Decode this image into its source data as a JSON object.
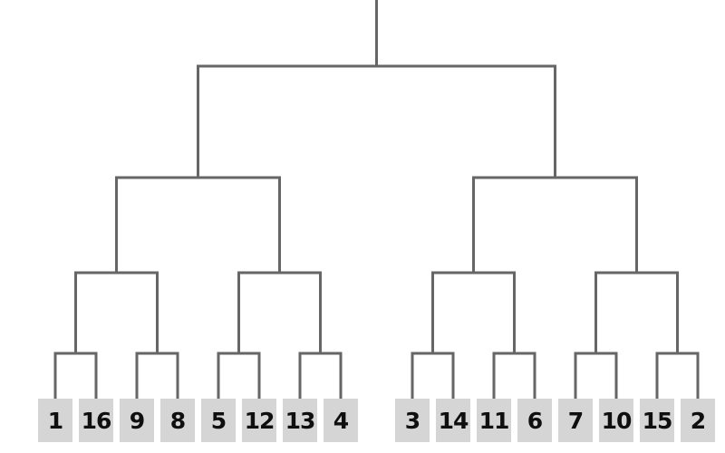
{
  "bracket": {
    "type": "single-elimination-tournament-bracket",
    "team_count": 16,
    "rounds_count": 4,
    "seeds": [
      "1",
      "16",
      "9",
      "8",
      "5",
      "12",
      "13",
      "4",
      "3",
      "14",
      "11",
      "6",
      "7",
      "10",
      "15",
      "2"
    ],
    "seeds_left_half": [
      "1",
      "16",
      "9",
      "8",
      "5",
      "12",
      "13",
      "4"
    ],
    "seeds_right_half": [
      "3",
      "14",
      "11",
      "6",
      "7",
      "10",
      "15",
      "2"
    ],
    "round1_matchups": [
      [
        "1",
        "16"
      ],
      [
        "9",
        "8"
      ],
      [
        "5",
        "12"
      ],
      [
        "13",
        "4"
      ],
      [
        "3",
        "14"
      ],
      [
        "11",
        "6"
      ],
      [
        "7",
        "10"
      ],
      [
        "15",
        "2"
      ]
    ],
    "colors": {
      "line": "#666666",
      "box_fill": "#d5d5d5",
      "number": "#0f0f0f",
      "background": "#ffffff"
    }
  }
}
